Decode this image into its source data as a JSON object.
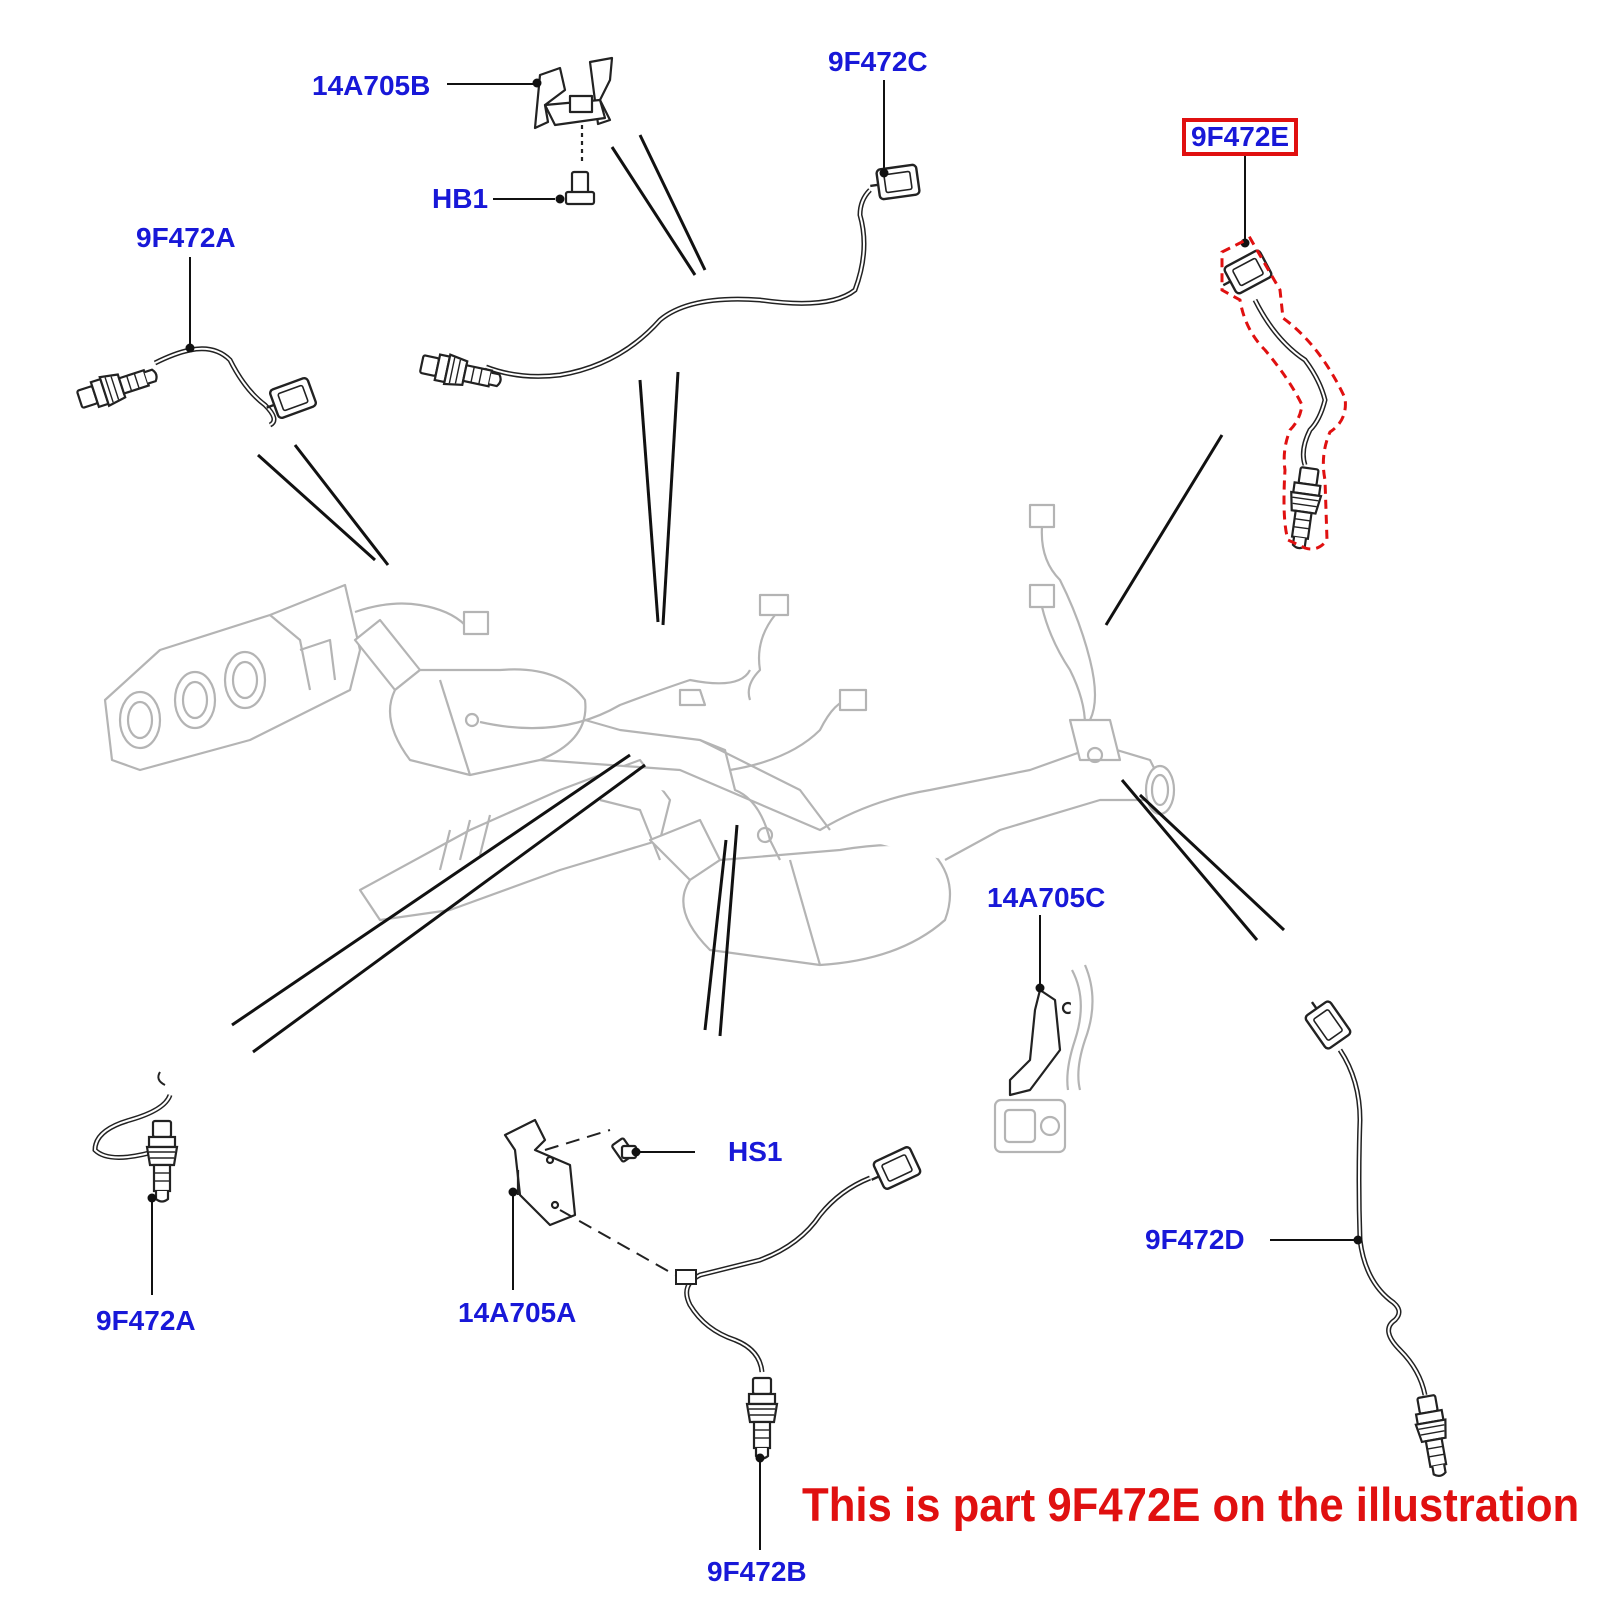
{
  "colors": {
    "callout_text": "#1818d8",
    "highlight": "#e01010",
    "note_text": "#e01010",
    "line_art": "#222222",
    "ghost_art": "#b4b4b4"
  },
  "callouts": {
    "c_14a705b": "14A705B",
    "c_9f472c": "9F472C",
    "c_9f472e": "9F472E",
    "c_hb1": "HB1",
    "c_9f472a_top": "9F472A",
    "c_14a705c": "14A705C",
    "c_9f472d": "9F472D",
    "c_hs1": "HS1",
    "c_14a705a": "14A705A",
    "c_9f472a_bottom": "9F472A",
    "c_9f472b": "9F472B"
  },
  "note": "This is part 9F472E on the illustration",
  "icons": [
    "oxygen-sensor-icon",
    "bracket-icon",
    "bolt-icon",
    "catalytic-converter-icon",
    "exhaust-pipe-icon"
  ]
}
